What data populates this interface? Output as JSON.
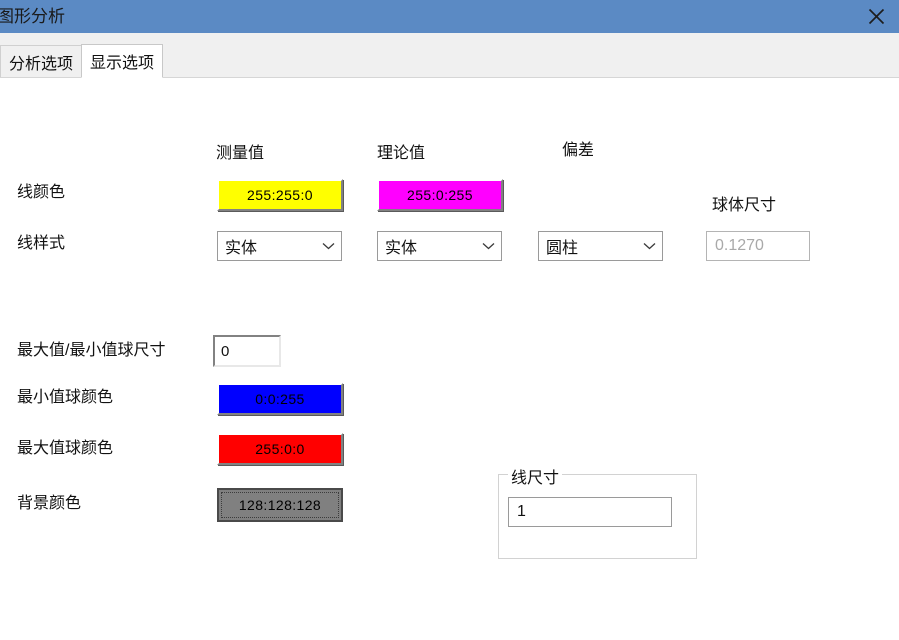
{
  "window": {
    "title": "图形分析",
    "close_icon": "close-icon",
    "titlebar_color": "#5b8ac4"
  },
  "tabs": [
    {
      "label": "分析选项",
      "active": false
    },
    {
      "label": "显示选项",
      "active": true
    }
  ],
  "columns": [
    {
      "header": "测量值"
    },
    {
      "header": "理论值"
    },
    {
      "header": "偏差"
    }
  ],
  "rows": {
    "line_color_label": "线颜色",
    "line_style_label": "线样式"
  },
  "line_color": {
    "measured": {
      "value": "255:255:0",
      "color": "#ffff00",
      "text_color": "#000000"
    },
    "theoretical": {
      "value": "255:0:255",
      "color": "#ff00ff",
      "text_color": "#000000"
    }
  },
  "line_style": {
    "measured": "实体",
    "theoretical": "实体",
    "deviation": "圆柱"
  },
  "sphere_size": {
    "label": "球体尺寸",
    "value": "0.1270"
  },
  "minmax_sphere_size": {
    "label": "最大值/最小值球尺寸",
    "value": "0"
  },
  "min_sphere_color": {
    "label": "最小值球颜色",
    "value": "0:0:255",
    "color": "#0000ff",
    "text_color": "#000000"
  },
  "max_sphere_color": {
    "label": "最大值球颜色",
    "value": "255:0:0",
    "color": "#ff0000",
    "text_color": "#000000"
  },
  "background_color": {
    "label": "背景颜色",
    "value": "128:128:128",
    "color": "#808080",
    "text_color": "#000000"
  },
  "line_size_group": {
    "legend": "线尺寸",
    "value": "1"
  },
  "icons": {
    "chevron_down": "chevron-down-icon"
  }
}
